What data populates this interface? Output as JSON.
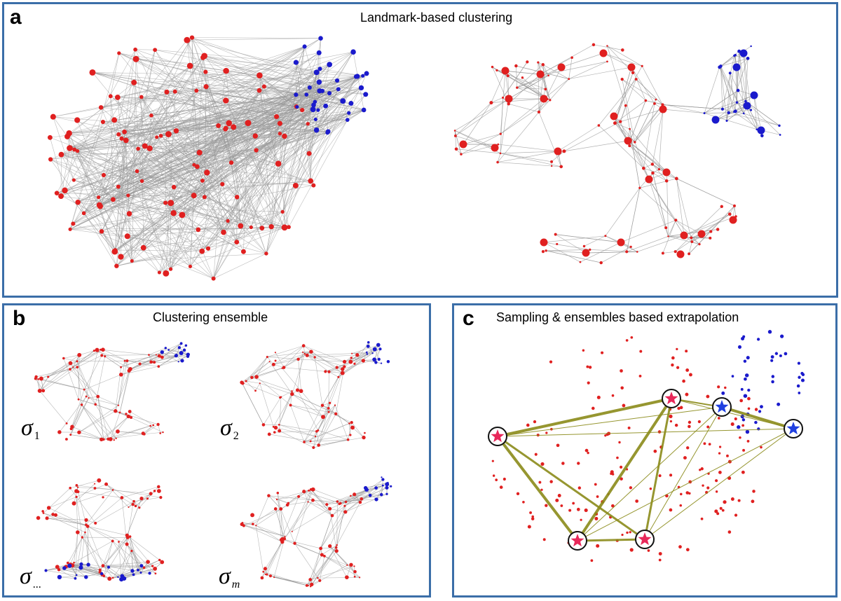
{
  "colors": {
    "border": "#3b6ea8",
    "cluster_red": "#e02020",
    "cluster_blue": "#1a1acc",
    "edge_gray": "#9a9a9a",
    "landmark_edge": "#8b8b1a",
    "star_red": "#e8285a",
    "star_blue": "#2040e0"
  },
  "panel_a": {
    "letter": "a",
    "title": "Landmark-based clustering"
  },
  "panel_b": {
    "letter": "b",
    "title": "Clustering ensemble",
    "sigmas": [
      {
        "symbol": "σ",
        "sub": "1"
      },
      {
        "symbol": "σ",
        "sub": "2"
      },
      {
        "symbol": "σ",
        "sub": "..."
      },
      {
        "symbol": "σ",
        "sub": "m"
      }
    ]
  },
  "panel_c": {
    "letter": "c",
    "title": "Sampling & ensembles based extrapolation",
    "icons": [
      "star-icon",
      "circle-icon"
    ]
  }
}
